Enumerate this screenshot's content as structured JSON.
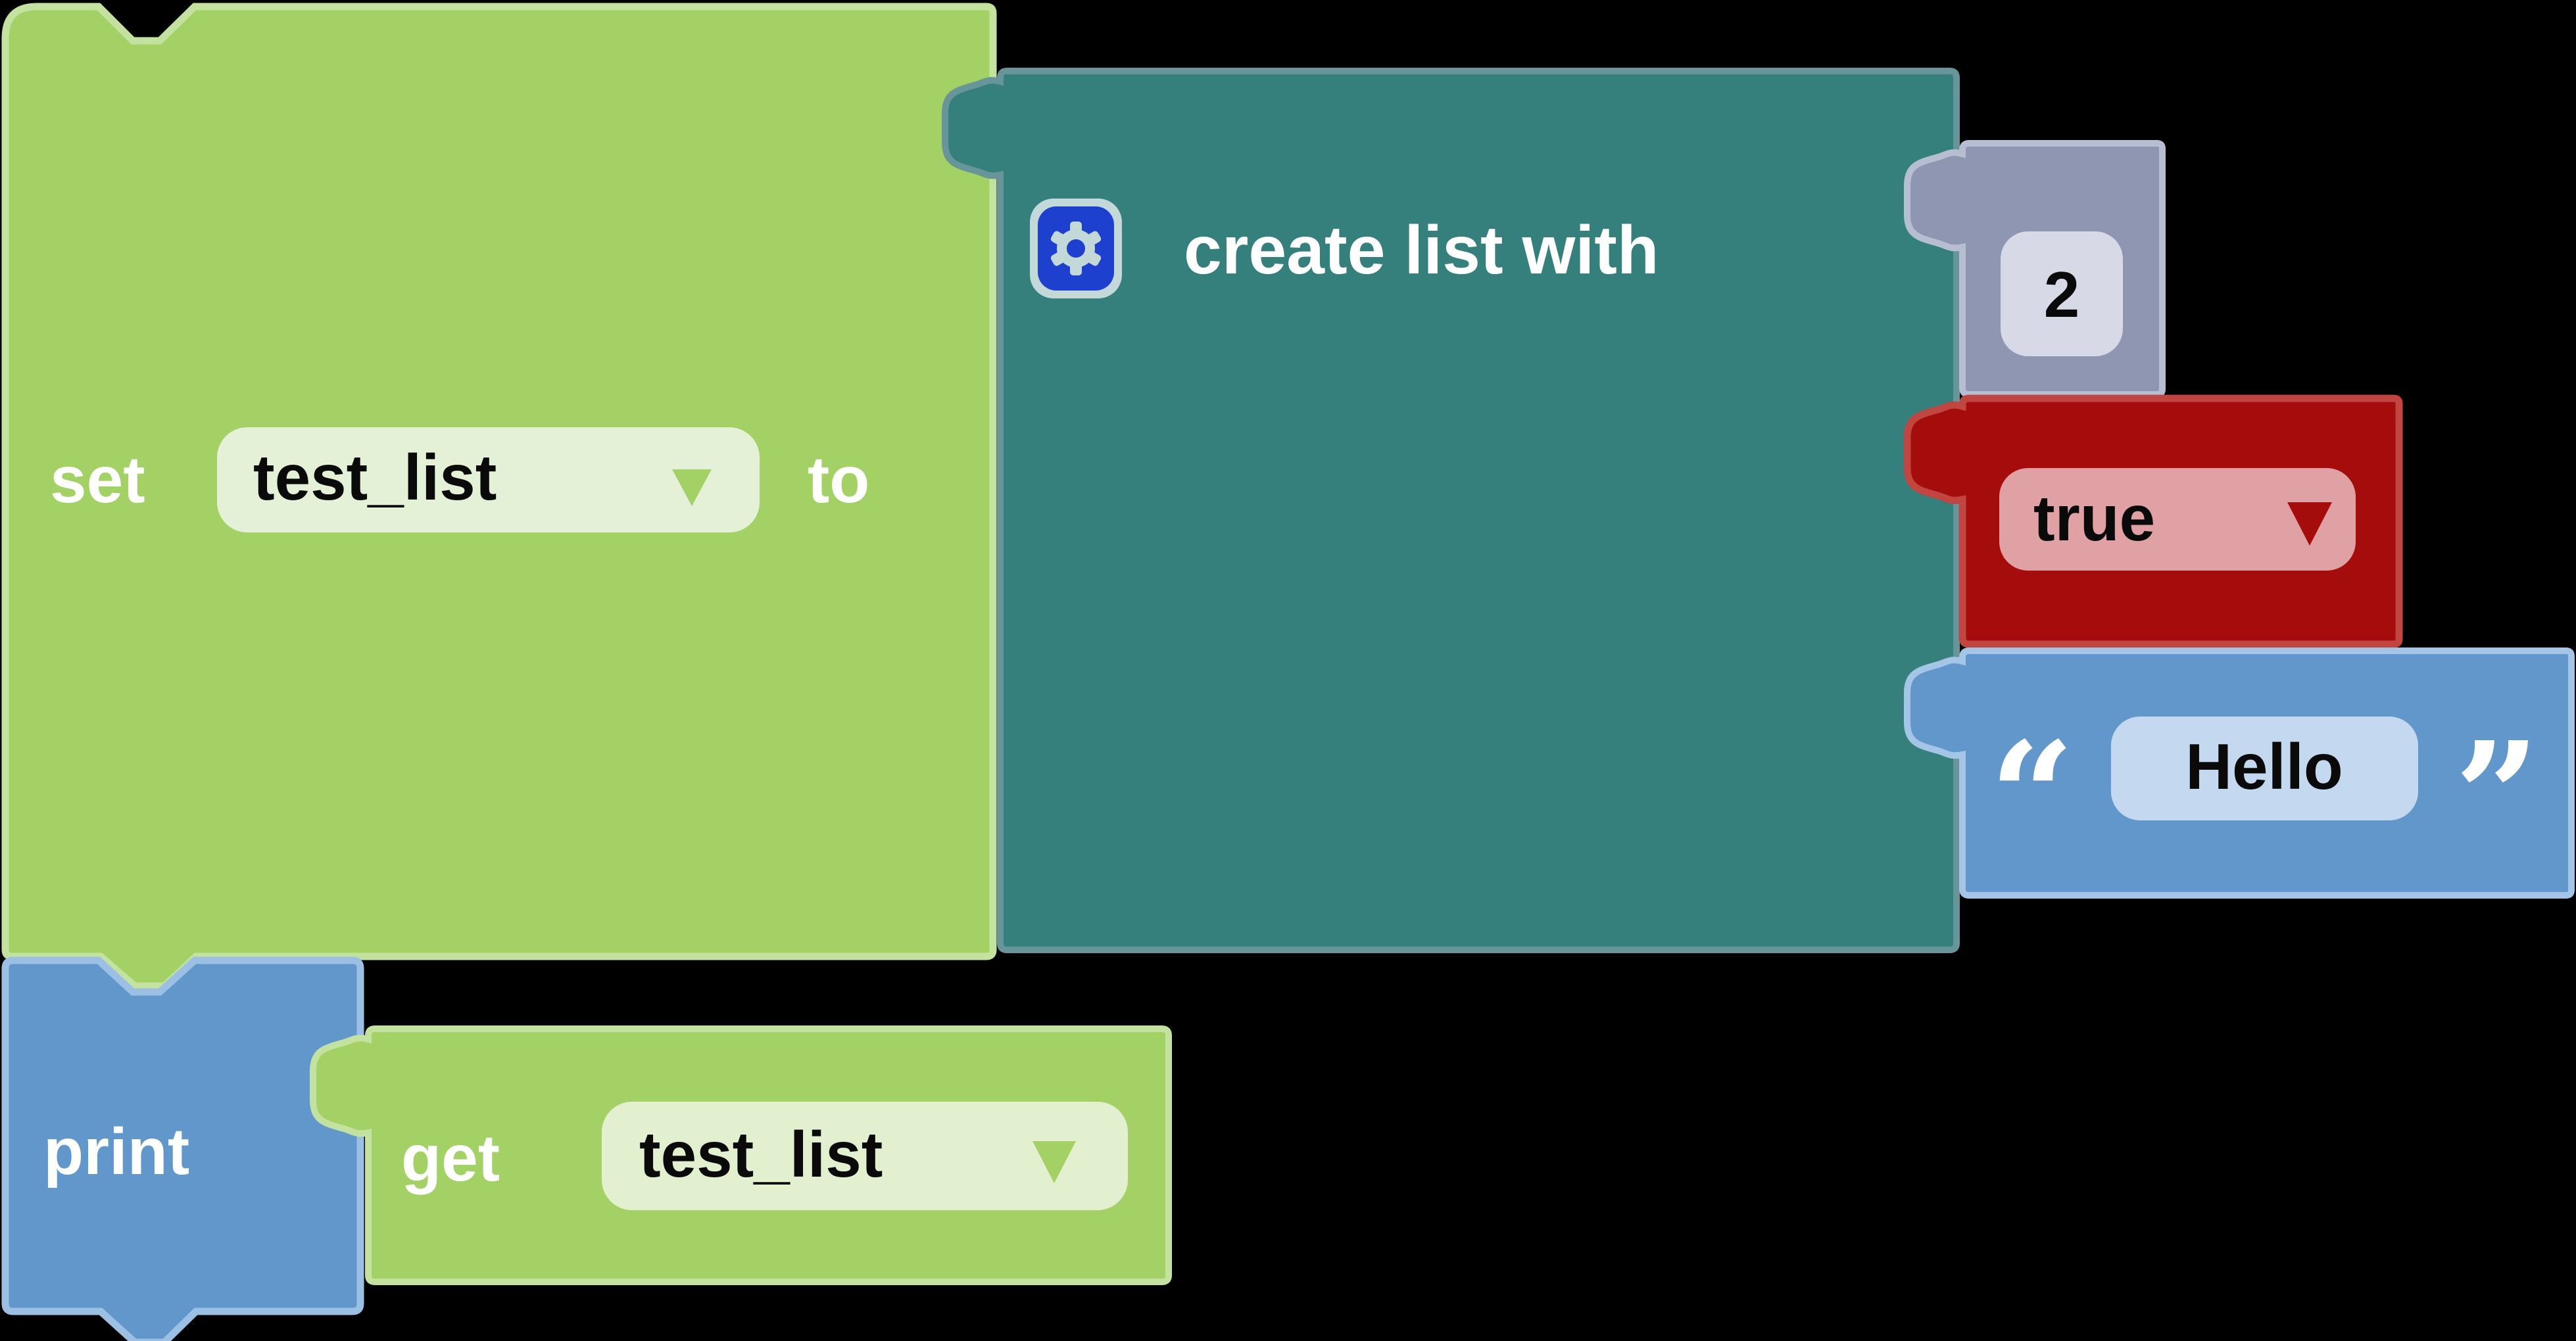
{
  "workspace": {
    "background_color": "#000000",
    "type": "blockly-block-editor"
  },
  "blocks": {
    "set_variable": {
      "type": "variables set",
      "label_set": "set",
      "variable_dropdown": "test_list",
      "label_to": "to",
      "color": "#a4d165",
      "border_color": "#c3e2a0",
      "field_color": "#e5f1d7"
    },
    "create_list": {
      "type": "lists create with",
      "label": "create list with",
      "gear_icon": "gear-icon",
      "color": "#35807c",
      "border_color": "#689599",
      "gear_bg_color": "#1d40cf",
      "gear_glyph_color": "#c2d8d9"
    },
    "number": {
      "type": "math number",
      "value": "2",
      "color": "#8e96b2",
      "border_color": "#b8bed2",
      "field_color": "#d7dae6"
    },
    "boolean": {
      "type": "logic boolean",
      "value_dropdown": "true",
      "color": "#a50d0d",
      "border_color": "#c14540",
      "field_color": "#dfa1a3"
    },
    "string": {
      "type": "text string",
      "value": "Hello",
      "open_quote": "“",
      "close_quote": "”",
      "color": "#6297cb",
      "border_color": "#a5c5e7",
      "field_color": "#c4d9f0"
    },
    "print": {
      "type": "text print",
      "label": "print",
      "color": "#6297cb",
      "border_color": "#9cc0e4"
    },
    "get_variable": {
      "type": "variables get",
      "label_get": "get",
      "variable_dropdown": "test_list",
      "color": "#a4d165",
      "border_color": "#c3e2a0",
      "field_color": "#e2f0cf"
    }
  }
}
